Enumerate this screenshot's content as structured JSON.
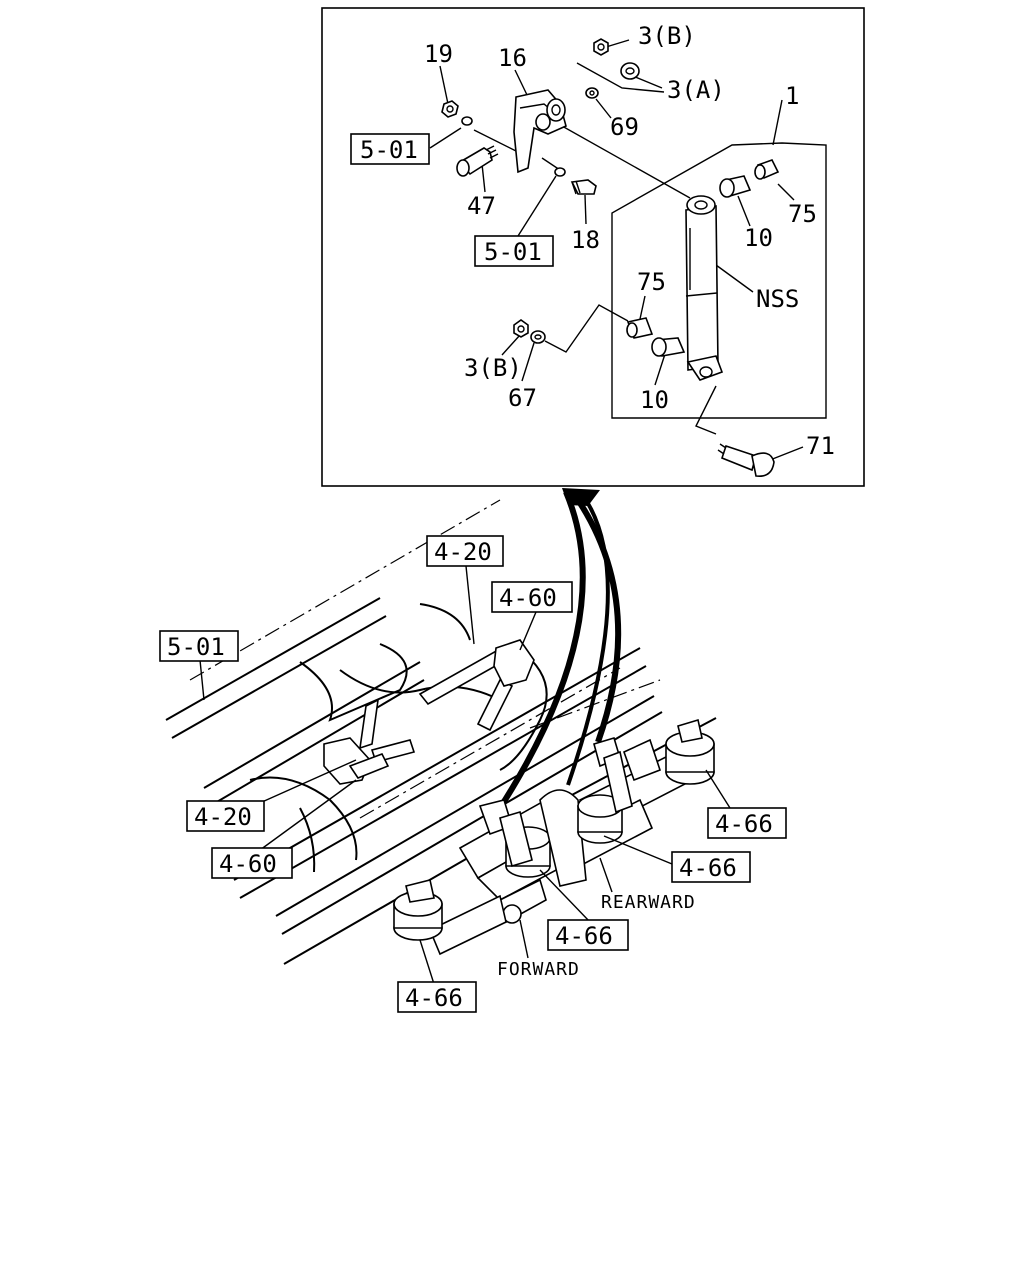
{
  "callouts": {
    "n19": "19",
    "n16": "16",
    "n3b_top": "3(B)",
    "n3a": "3(A)",
    "n69": "69",
    "n1": "1",
    "n47": "47",
    "n18": "18",
    "n10_top": "10",
    "n75_top": "75",
    "nss": "NSS",
    "n75_mid": "75",
    "n3b_bot": "3(B)",
    "n67": "67",
    "n10_bot": "10",
    "n71": "71"
  },
  "refs": {
    "r501_a": "5-01",
    "r501_b": "5-01",
    "r420_top": "4-20",
    "r460_top": "4-60",
    "r501_frame": "5-01",
    "r420_left": "4-20",
    "r460_left": "4-60",
    "r466_right": "4-66",
    "r466_mid": "4-66",
    "r466_center": "4-66",
    "r466_bottom": "4-66"
  },
  "directions": {
    "rearward": "REARWARD",
    "forward": "FORWARD"
  }
}
